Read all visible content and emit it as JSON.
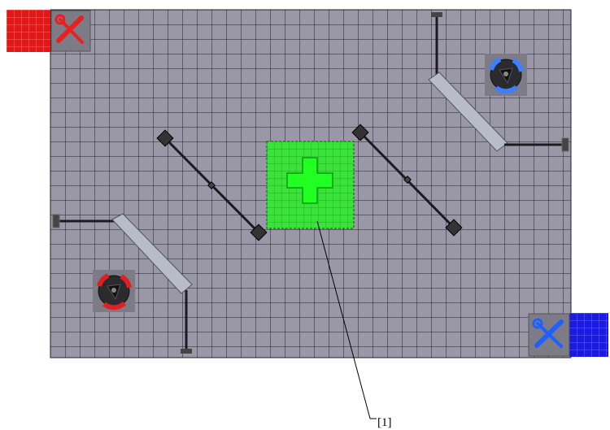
{
  "arena": {
    "grid_cols": 36,
    "grid_rows": 24,
    "floor_color": "#9a98a6",
    "grid_line_color": "#1e1e28"
  },
  "zones": {
    "red_team_color": "#e01818",
    "blue_team_color": "#1a1ae0",
    "heal_zone_color": "#39e339",
    "heal_cross_color": "#22ff22"
  },
  "icons": {
    "red_repair": "wrench-screwdriver-icon",
    "blue_repair": "wrench-screwdriver-icon",
    "red_robot": "robot-icon",
    "blue_robot": "robot-icon",
    "heal": "plus-cross-icon"
  },
  "annotation": {
    "label": "[1]"
  }
}
